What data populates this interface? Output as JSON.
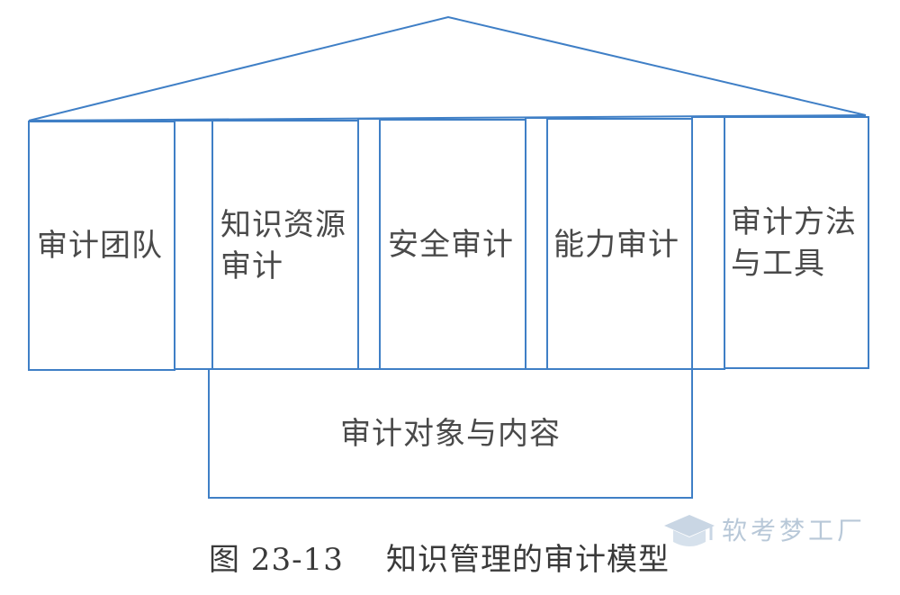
{
  "diagram": {
    "boxes": {
      "audit_team": "审计团队",
      "knowledge_resource_audit": "知识资源\n审计",
      "security_audit": "安全审计",
      "capability_audit": "能力审计",
      "audit_methods_tools": "审计方法\n与工具",
      "audit_object_content": "审计对象与内容"
    },
    "caption": "图 23-13    知识管理的审计模型",
    "watermark": "软考梦工厂",
    "colors": {
      "line": "#3f7fc6",
      "text": "#4a4a4a"
    }
  }
}
